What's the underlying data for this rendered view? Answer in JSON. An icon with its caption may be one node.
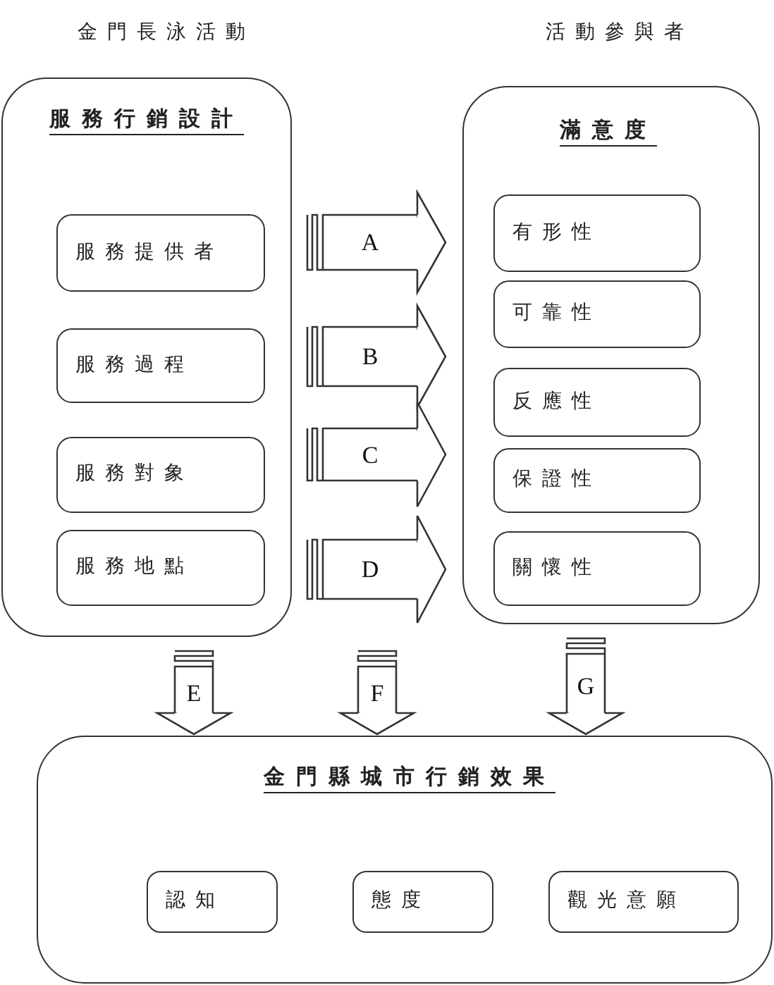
{
  "diagram": {
    "nodes": [
      {
        "text": [
          "金門長泳活動",
          "服務行銷設計"
        ]
      },
      {
        "text": [
          "服務提供者"
        ],
        "in": 0
      },
      {
        "text": [
          "服務過程"
        ],
        "in": 0
      },
      {
        "text": [
          "服務對象"
        ],
        "in": 0
      },
      {
        "text": [
          "服務地點"
        ],
        "in": 0
      },
      {
        "text": [
          "活動參與者",
          "滿意度"
        ]
      },
      {
        "text": [
          "有形性"
        ],
        "in": 5
      },
      {
        "text": [
          "可靠性"
        ],
        "in": 5
      },
      {
        "text": [
          "反應性"
        ],
        "in": 5
      },
      {
        "text": [
          "保證性"
        ],
        "in": 5
      },
      {
        "text": [
          "關懷性"
        ],
        "in": 5
      },
      {
        "text": [
          "金門縣城市行銷效果"
        ]
      },
      {
        "text": [
          "認知"
        ],
        "in": 11
      },
      {
        "text": [
          "態度"
        ],
        "in": 11
      },
      {
        "text": [
          "觀光意願"
        ],
        "in": 11
      }
    ],
    "edges": [
      {
        "from": 0,
        "to": 5,
        "arrow": "to",
        "label": "A"
      },
      {
        "from": 0,
        "to": 5,
        "arrow": "to",
        "label": "B"
      },
      {
        "from": 0,
        "to": 5,
        "arrow": "to",
        "label": "C"
      },
      {
        "from": 0,
        "to": 5,
        "arrow": "to",
        "label": "D"
      },
      {
        "from": 0,
        "to": 11,
        "arrow": "to",
        "label": "E"
      },
      {
        "from": null,
        "to": 11,
        "arrow": "to",
        "label": "F"
      },
      {
        "from": 5,
        "to": 11,
        "arrow": "to",
        "label": "G"
      }
    ]
  }
}
